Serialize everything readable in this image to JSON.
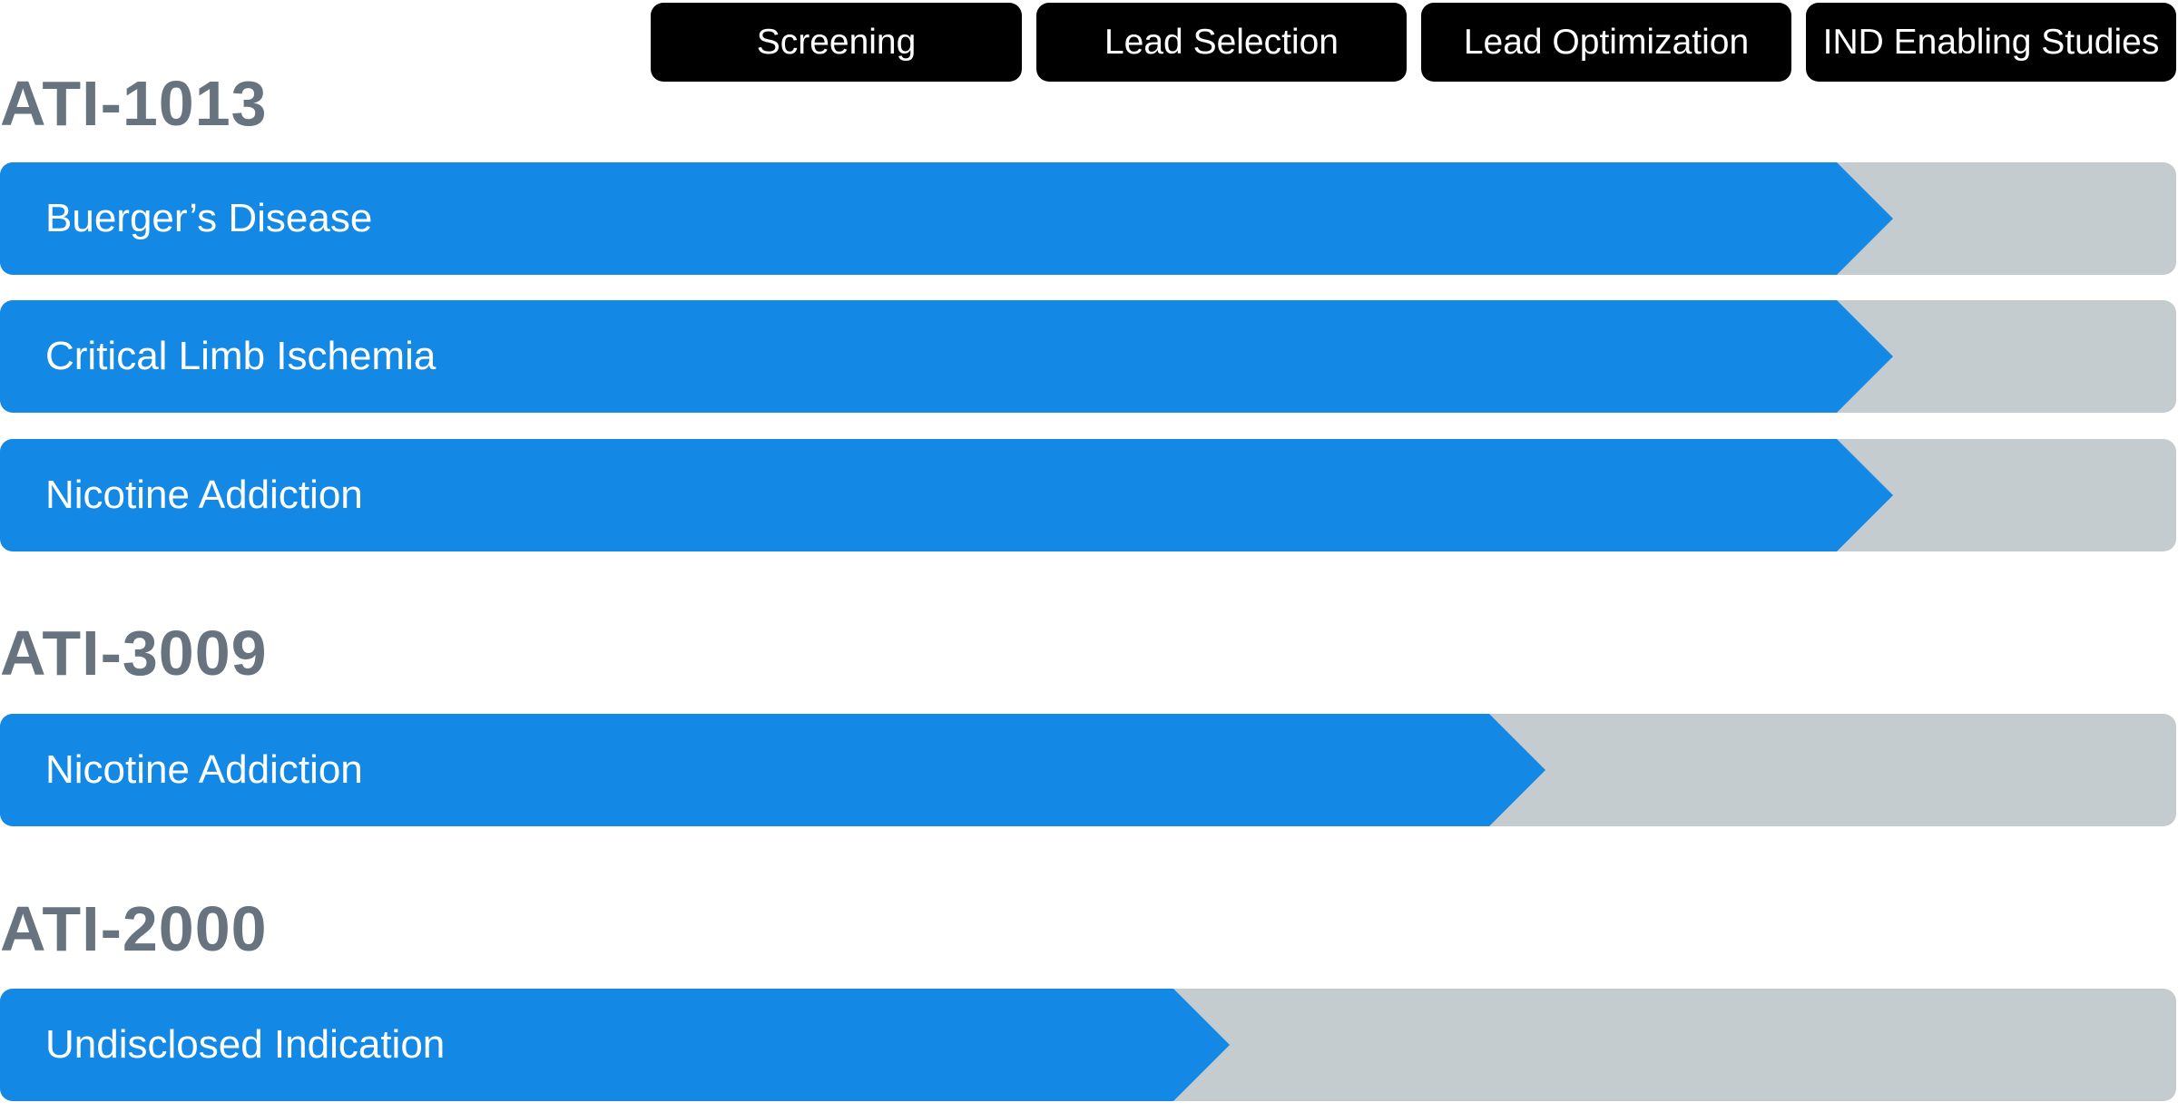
{
  "stages": [
    "Screening",
    "Lead Selection",
    "Lead Optimization",
    "IND Enabling Studies"
  ],
  "colors": {
    "progress": "#1388e5",
    "track": "#c5ccd0",
    "stage_header_bg": "#000000",
    "program_title": "#67737e"
  },
  "chart_data": {
    "type": "bar",
    "orientation": "horizontal",
    "stages": [
      "Screening",
      "Lead Selection",
      "Lead Optimization",
      "IND Enabling Studies"
    ],
    "programs": [
      {
        "name": "ATI-1013",
        "indications": [
          {
            "label": "Buerger’s Disease",
            "progress": 0.87
          },
          {
            "label": "Critical Limb Ischemia",
            "progress": 0.87
          },
          {
            "label": "Nicotine Addiction",
            "progress": 0.87
          }
        ]
      },
      {
        "name": "ATI-3009",
        "indications": [
          {
            "label": "Nicotine Addiction",
            "progress": 0.71
          }
        ]
      },
      {
        "name": "ATI-2000",
        "indications": [
          {
            "label": "Undisclosed Indication",
            "progress": 0.565
          }
        ]
      }
    ]
  }
}
